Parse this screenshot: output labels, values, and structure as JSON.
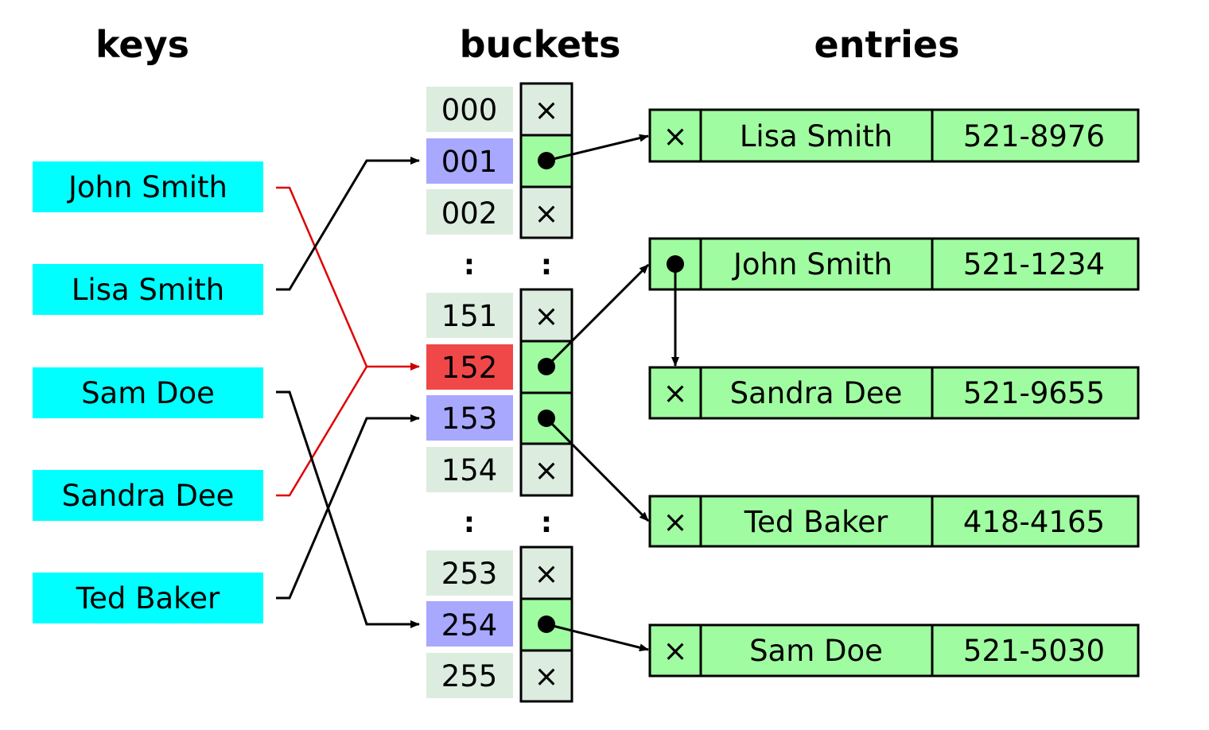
{
  "headers": {
    "keys": "keys",
    "buckets": "buckets",
    "entries": "entries"
  },
  "keys": [
    {
      "label": "John Smith",
      "bucket": "152",
      "collision": true
    },
    {
      "label": "Lisa Smith",
      "bucket": "001",
      "collision": false
    },
    {
      "label": "Sam Doe",
      "bucket": "254",
      "collision": false
    },
    {
      "label": "Sandra Dee",
      "bucket": "152",
      "collision": true
    },
    {
      "label": "Ted Baker",
      "bucket": "153",
      "collision": false
    }
  ],
  "buckets": [
    {
      "index": "000",
      "state": "empty",
      "slot_icon": "×"
    },
    {
      "index": "001",
      "state": "used",
      "slot_icon": "●"
    },
    {
      "index": "002",
      "state": "empty",
      "slot_icon": "×"
    },
    {
      "ellipsis": ":"
    },
    {
      "index": "151",
      "state": "empty",
      "slot_icon": "×"
    },
    {
      "index": "152",
      "state": "collision",
      "slot_icon": "●"
    },
    {
      "index": "153",
      "state": "used",
      "slot_icon": "●"
    },
    {
      "index": "154",
      "state": "empty",
      "slot_icon": "×"
    },
    {
      "ellipsis": ":"
    },
    {
      "index": "253",
      "state": "empty",
      "slot_icon": "×"
    },
    {
      "index": "254",
      "state": "used",
      "slot_icon": "●"
    },
    {
      "index": "255",
      "state": "empty",
      "slot_icon": "×"
    }
  ],
  "entries": [
    {
      "next": "×",
      "name": "Lisa Smith",
      "phone": "521-8976"
    },
    {
      "next": "●",
      "name": "John Smith",
      "phone": "521-1234"
    },
    {
      "next": "×",
      "name": "Sandra Dee",
      "phone": "521-9655"
    },
    {
      "next": "×",
      "name": "Ted Baker",
      "phone": "418-4165"
    },
    {
      "next": "×",
      "name": "Sam Doe",
      "phone": "521-5030"
    }
  ],
  "colors": {
    "key": "#00ffff",
    "bucket_empty": "#dcede0",
    "bucket_used": "#a8a8ff",
    "bucket_collision": "#f04848",
    "slot_used": "#a0fca0",
    "collision_line": "#e00000"
  }
}
